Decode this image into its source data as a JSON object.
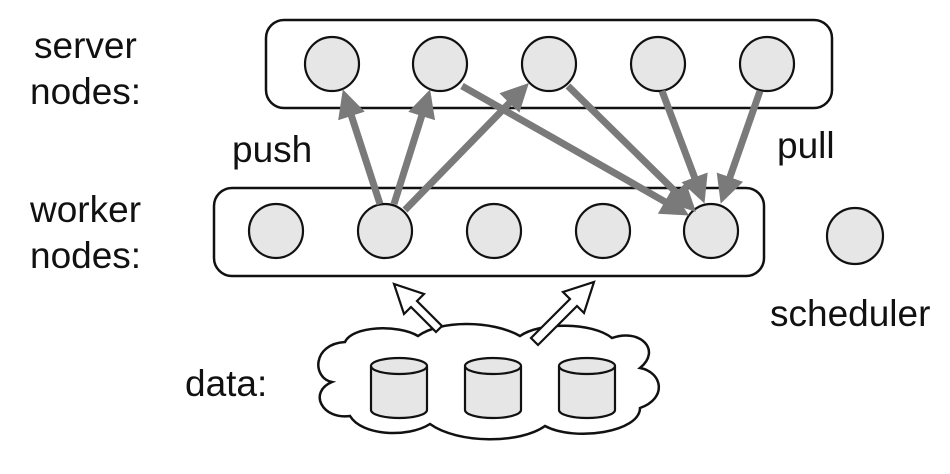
{
  "labels": {
    "server_line1": "server",
    "server_line2": "nodes:",
    "worker_line1": "worker",
    "worker_line2": "nodes:",
    "push": "push",
    "pull": "pull",
    "scheduler": "scheduler",
    "data": "data:"
  },
  "groups": [
    {
      "id": "server-nodes",
      "node_count": 5
    },
    {
      "id": "worker-nodes",
      "node_count": 5
    },
    {
      "id": "scheduler",
      "node_count": 1
    },
    {
      "id": "data",
      "storage_count": 3
    }
  ],
  "edges": [
    {
      "from": "worker-2",
      "to": "server-1",
      "type": "push"
    },
    {
      "from": "worker-2",
      "to": "server-2",
      "type": "push"
    },
    {
      "from": "worker-2",
      "to": "server-3",
      "type": "push"
    },
    {
      "from": "server-2",
      "to": "worker-5",
      "type": "pull"
    },
    {
      "from": "server-3",
      "to": "worker-5",
      "type": "pull"
    },
    {
      "from": "server-4",
      "to": "worker-5",
      "type": "pull"
    },
    {
      "from": "server-5",
      "to": "worker-5",
      "type": "pull"
    },
    {
      "from": "data",
      "to": "worker-2",
      "type": "input"
    },
    {
      "from": "data",
      "to": "worker-4",
      "type": "input"
    }
  ],
  "colors": {
    "node_fill": "#e6e6e6",
    "outline": "#111111",
    "arrow": "#7a7a7a",
    "hollow_arrow_fill": "#ffffff"
  }
}
